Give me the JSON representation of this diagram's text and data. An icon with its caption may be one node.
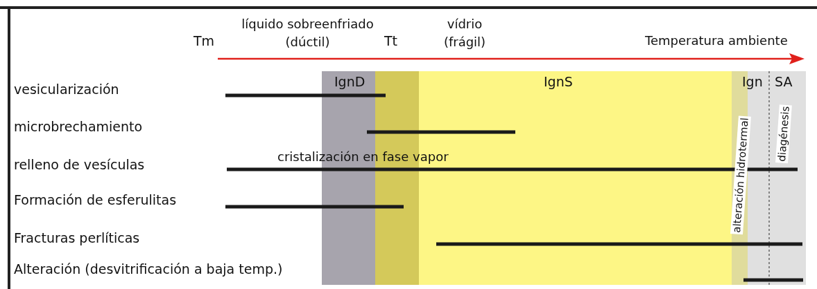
{
  "diagram": {
    "nodes": [
      {
        "text": [
          "IgnD"
        ]
      },
      {
        "text": [],
        "shape": "bar"
      },
      {
        "text": [
          "IgnS"
        ]
      },
      {
        "text": [
          "Ign",
          "alteración hidrotermal"
        ]
      },
      {
        "text": [
          "SA",
          "diagénesis"
        ]
      }
    ],
    "labels": [
      "líquido sobreenfriado (dúctil)",
      "vídrio (frágil)",
      "Tm",
      "Tt",
      "Temperatura ambiente",
      "vesicularización",
      "microbrechamiento",
      "relleno de vesículas",
      "cristalización en fase vapor",
      "Formación de esferulitas",
      "Fracturas perlíticas",
      "Alteración (desvitrificación a baja temp.)"
    ]
  }
}
